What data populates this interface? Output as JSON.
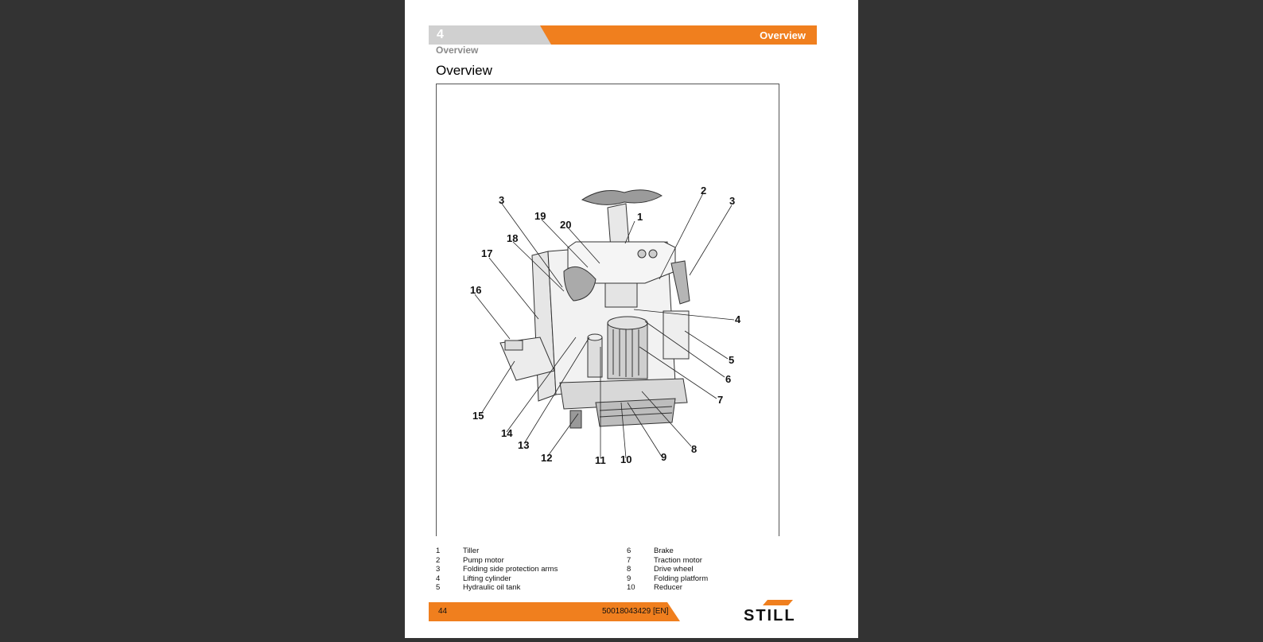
{
  "header": {
    "chapter_number": "4",
    "section_title": "Overview"
  },
  "breadcrumb": "Overview",
  "page_title": "Overview",
  "figure": {
    "callouts": [
      "1",
      "2",
      "3",
      "3",
      "4",
      "5",
      "6",
      "7",
      "8",
      "9",
      "10",
      "11",
      "12",
      "13",
      "14",
      "15",
      "16",
      "17",
      "18",
      "19",
      "20"
    ]
  },
  "legend": {
    "left": [
      {
        "num": "1",
        "label": "Tiller"
      },
      {
        "num": "2",
        "label": "Pump motor"
      },
      {
        "num": "3",
        "label": "Folding side protection arms"
      },
      {
        "num": "4",
        "label": "Lifting cylinder"
      },
      {
        "num": "5",
        "label": "Hydraulic oil tank"
      }
    ],
    "right": [
      {
        "num": "6",
        "label": "Brake"
      },
      {
        "num": "7",
        "label": "Traction motor"
      },
      {
        "num": "8",
        "label": "Drive wheel"
      },
      {
        "num": "9",
        "label": "Folding platform"
      },
      {
        "num": "10",
        "label": "Reducer"
      }
    ]
  },
  "footer": {
    "page_number": "44",
    "document_id": "50018043429 [EN]",
    "logo_text": "STILL"
  },
  "colors": {
    "accent": "#f07f1e",
    "header_gray": "#d0d0d0",
    "background": "#333333"
  }
}
